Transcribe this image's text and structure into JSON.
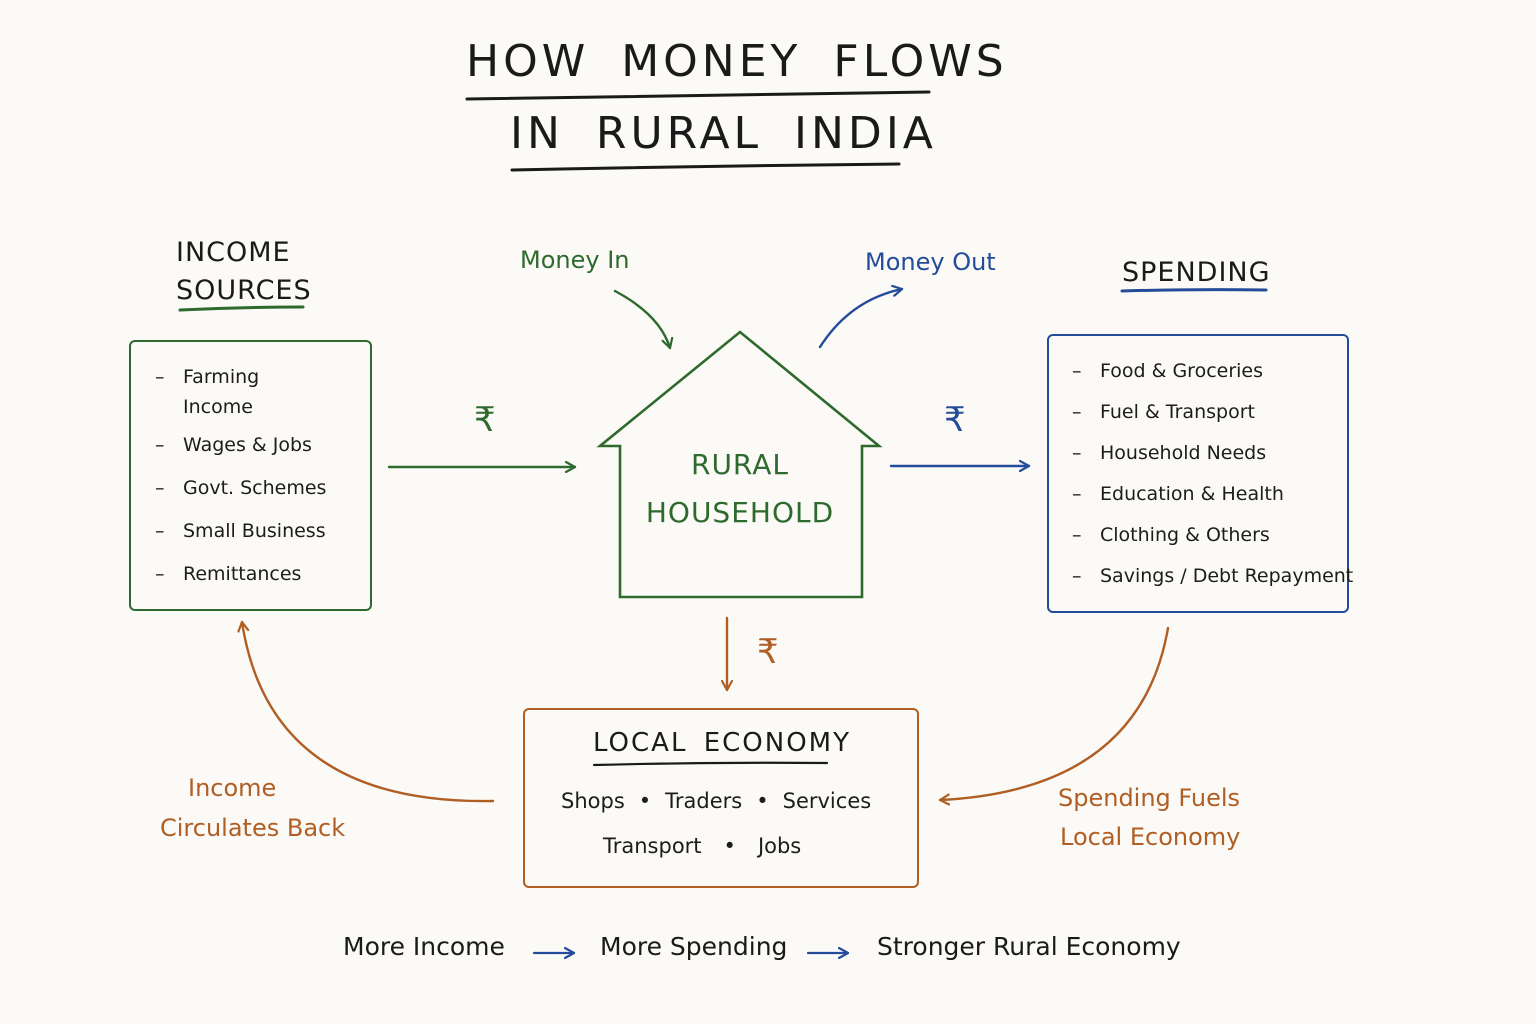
{
  "title": {
    "line1": "HOW MONEY FLOWS",
    "line2": "IN RURAL INDIA"
  },
  "income_sources": {
    "heading_line1": "INCOME",
    "heading_line2": "SOURCES",
    "items": [
      "Farming Income",
      "Wages & Jobs",
      "Govt. Schemes",
      "Small Business",
      "Remittances"
    ]
  },
  "household": {
    "label_line1": "RURAL",
    "label_line2": "HOUSEHOLD"
  },
  "spending": {
    "heading": "SPENDING",
    "items": [
      "Food & Groceries",
      "Fuel & Transport",
      "Household Needs",
      "Education & Health",
      "Clothing & Others",
      "Savings / Debt Repayment"
    ]
  },
  "local_economy": {
    "heading": "LOCAL ECONOMY",
    "row1": [
      "Shops",
      "Traders",
      "Services"
    ],
    "row2": [
      "Transport",
      "Jobs"
    ],
    "separator": "•"
  },
  "flow_labels": {
    "money_in": "Money In",
    "money_out": "Money Out",
    "income_back_line1": "Income",
    "income_back_line2": "Circulates Back",
    "spending_fuels_line1": "Spending Fuels",
    "spending_fuels_line2": "Local Economy",
    "currency_symbol": "₹"
  },
  "bottom_chain": [
    "More Income",
    "More Spending",
    "Stronger Rural Economy"
  ],
  "colors": {
    "income": "#2e6a2e",
    "spending": "#244c9a",
    "local": "#b05e23",
    "ink": "#1a1a1a"
  }
}
